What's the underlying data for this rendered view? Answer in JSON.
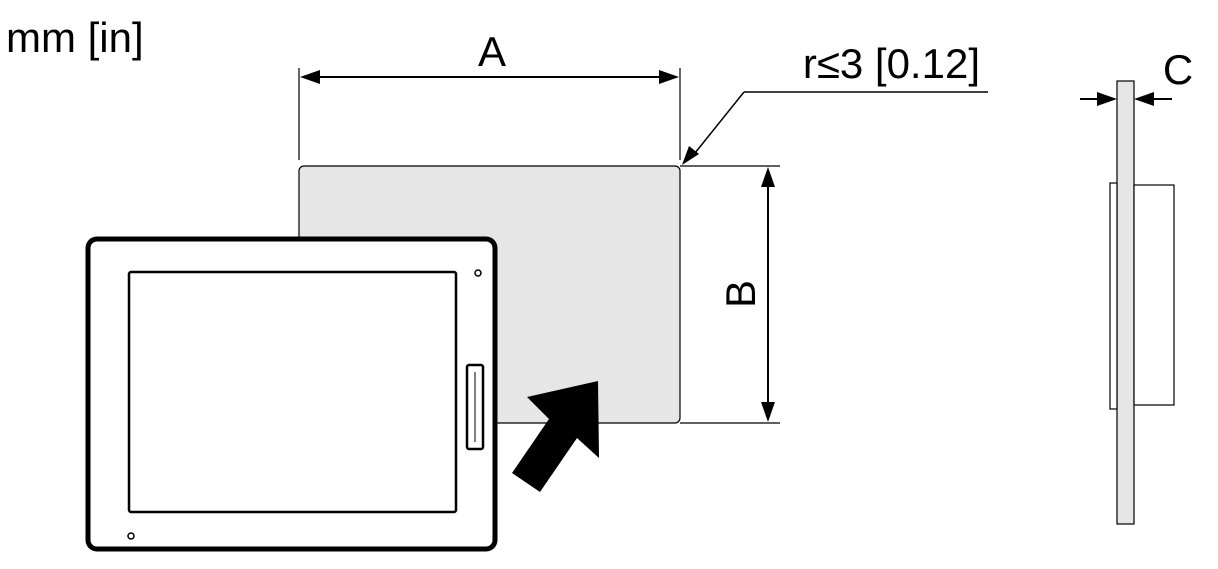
{
  "labels": {
    "units": "mm [in]",
    "dim_a": "A",
    "dim_b": "B",
    "dim_c": "C",
    "corner_radius": "r≤3 [0.12]"
  },
  "colors": {
    "cutout_fill": "#e6e6e6",
    "panel_fill": "#e6e6e6",
    "ink": "#000000",
    "background": "#ffffff"
  },
  "icons": {
    "insert_arrow": "insert-direction-arrow-icon"
  }
}
